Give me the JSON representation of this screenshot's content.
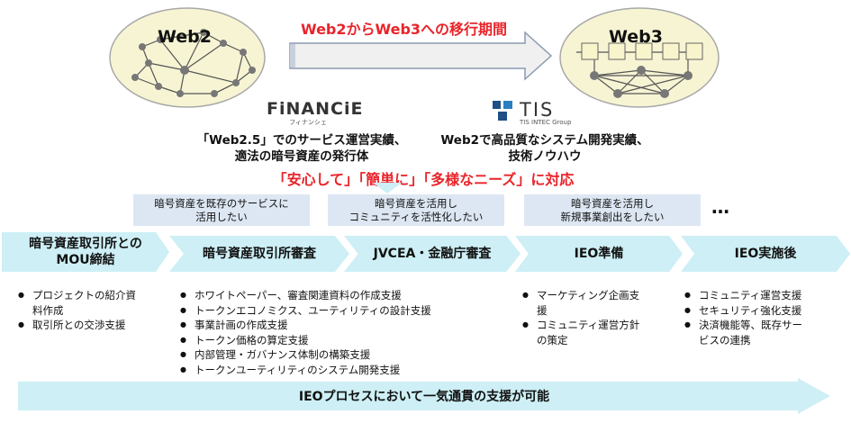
{
  "top": {
    "web2_label": "Web2",
    "web3_label": "Web3",
    "transition_label": "Web2からWeb3への移行期間"
  },
  "logos": {
    "financie_main": "FiNANCiE",
    "financie_sub": "フィナンシェ",
    "tis_main": "TIS",
    "tis_sub": "TIS INTEC Group"
  },
  "strengths": {
    "financie": [
      "「Web2.5」でのサービス運営実績、",
      "適法の暗号資産の発行体"
    ],
    "tis": [
      "Web2で高品質なシステム開発実績、",
      "技術ノウハウ"
    ]
  },
  "tagline": "「安心して」「簡単に」「多様なニーズ」に対応",
  "needs": [
    [
      "暗号資産を既存のサービスに",
      "活用したい"
    ],
    [
      "暗号資産を活用し",
      "コミュニティを活性化したい"
    ],
    [
      "暗号資産を活用し",
      "新規事業創出をしたい"
    ]
  ],
  "more": "…",
  "steps": [
    {
      "title": [
        "暗号資産取引所との",
        "MOU締結"
      ],
      "items": [
        [
          "プロジェクトの紹介資",
          "料作成"
        ],
        [
          "取引所との交渉支援"
        ]
      ]
    },
    {
      "title": [
        "暗号資産取引所審査"
      ],
      "items": [
        [
          "ホワイトペーパー、審査関連資料の作成支援"
        ],
        [
          "トークンエコノミクス、ユーティリティの設計支援"
        ],
        [
          "事業計画の作成支援"
        ],
        [
          "トークン価格の算定支援"
        ],
        [
          "内部管理・ガバナンス体制の構築支援"
        ],
        [
          "トークンユーティリティのシステム開発支援"
        ]
      ]
    },
    {
      "title": [
        "JVCEA・金融庁審査"
      ],
      "items": []
    },
    {
      "title": [
        "IEO準備"
      ],
      "items": [
        [
          "マーケティング企画支",
          "援"
        ],
        [
          "コミュニティ運営方針",
          "の策定"
        ]
      ]
    },
    {
      "title": [
        "IEO実施後"
      ],
      "items": [
        [
          "コミュニティ運営支援"
        ],
        [
          "セキュリティ強化支援"
        ],
        [
          "決済機能等、既存サー",
          "ビスの連携"
        ]
      ]
    }
  ],
  "bottom_banner": "IEOプロセスにおいて一気通貫の支援が可能",
  "colors": {
    "accent_red": "#e8242a",
    "step_fill": "#cdeff5",
    "need_fill": "#dde7f3",
    "cloud_fill": "#f6f4d3",
    "cube_fill": "#f8f4cc"
  }
}
